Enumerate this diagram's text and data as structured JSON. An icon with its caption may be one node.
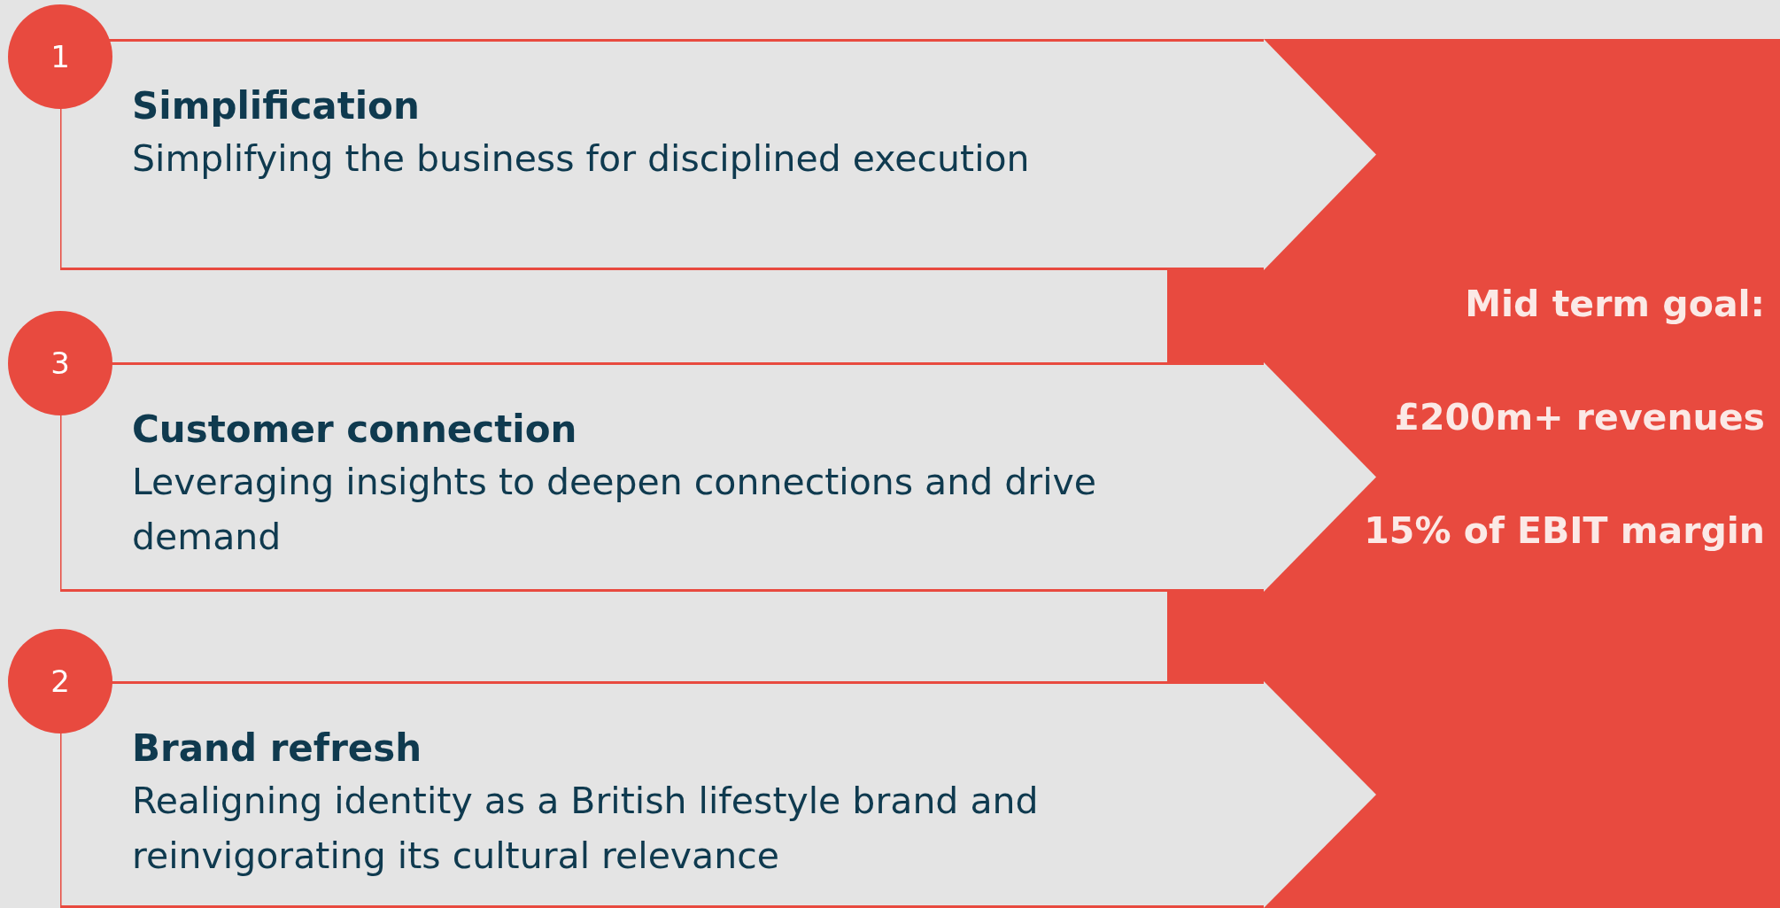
{
  "diagram": {
    "nodes": [
      {
        "text": [
          "Simplification",
          "Simplifying the business for disciplined execution"
        ]
      },
      {
        "text": [
          "Customer connection",
          "Leveraging insights to deepen connections and drive demand"
        ]
      },
      {
        "text": [
          "Brand refresh",
          "Realigning identity as a British lifestyle brand and reinvigorating its cultural relevance"
        ]
      },
      {
        "text": [
          "Mid term goal:",
          "£200m+ revenues",
          "15% of EBIT margin"
        ]
      },
      {
        "text": [
          "1"
        ]
      },
      {
        "text": [
          "3"
        ]
      },
      {
        "text": [
          "2"
        ]
      }
    ],
    "edges": []
  }
}
